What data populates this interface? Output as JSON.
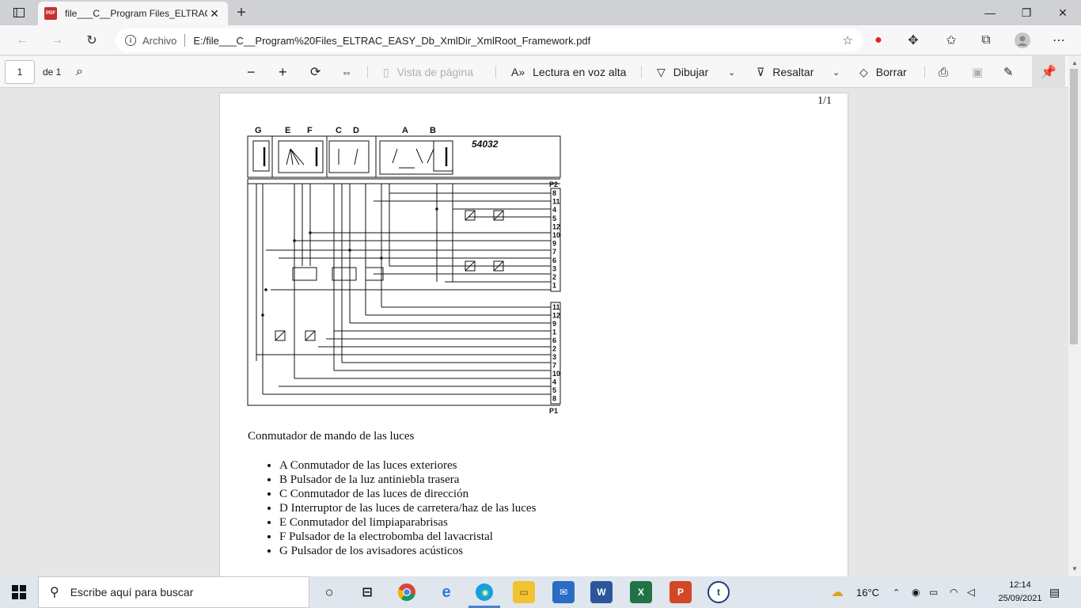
{
  "browser": {
    "tab_title": "file___C__Program Files_ELTRAC_E",
    "address_scheme": "Archivo",
    "address_url": "E:/file___C__Program%20Files_ELTRAC_EASY_Db_XmlDir_XmlRoot_Framework.pdf"
  },
  "pdf_toolbar": {
    "page_current": "1",
    "page_total": "de 1",
    "page_view": "Vista de página",
    "read_aloud": "Lectura en voz alta",
    "draw": "Dibujar",
    "highlight": "Resaltar",
    "erase": "Borrar"
  },
  "document": {
    "page_indicator": "1/1",
    "diagram": {
      "code": "54032",
      "top_letters": [
        "G",
        "E",
        "F",
        "C",
        "D",
        "A",
        "B"
      ],
      "connector_top": "P2",
      "connector_bottom": "P1",
      "pins_p2": [
        "8",
        "11",
        "4",
        "5",
        "12",
        "10",
        "9",
        "7",
        "6",
        "3",
        "2",
        "1"
      ],
      "pins_p1": [
        "11",
        "12",
        "9",
        "1",
        "6",
        "2",
        "3",
        "7",
        "10",
        "4",
        "5",
        "8"
      ]
    },
    "caption": "Conmutador de mando de las luces",
    "items": [
      "A Conmutador de las luces exteriores",
      "B Pulsador de la luz antiniebla trasera",
      "C Conmutador de las luces de dirección",
      "D Interruptor de las luces de carretera/haz de las luces",
      "E Conmutador del limpiaparabrisas",
      "F Pulsador de la electrobomba del lavacristal",
      "G Pulsador de los avisadores acústicos"
    ]
  },
  "taskbar": {
    "search_placeholder": "Escribe aquí para buscar",
    "temperature": "16°C",
    "time": "12:14",
    "date": "25/09/2021"
  }
}
